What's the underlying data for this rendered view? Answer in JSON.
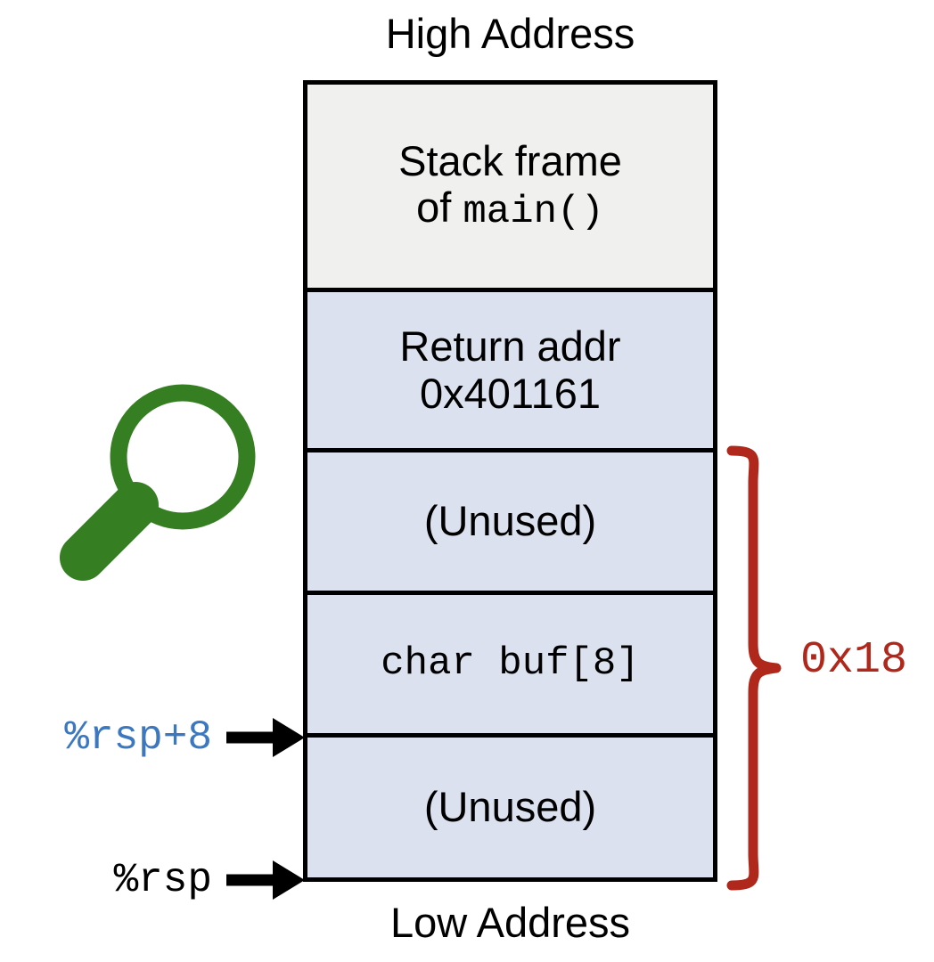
{
  "diagram": {
    "title_top": "High Address",
    "title_bottom": "Low Address",
    "colors": {
      "frame_fill": "#F0F0EE",
      "cell_fill": "#DCE1EF",
      "border": "#000000",
      "brace_red": "#B0281C",
      "pointer_blue": "#3C78C0",
      "magnifier_green": "#357F22"
    },
    "cells": [
      {
        "id": "stack-frame-main",
        "line1": "Stack frame",
        "line2_prefix": "of ",
        "line2_mono": "main()",
        "fill": "#F0F0EE"
      },
      {
        "id": "return-address",
        "line1": "Return addr",
        "line2": "0x401161",
        "fill": "#DCE1EF"
      },
      {
        "id": "unused-upper",
        "line1": "(Unused)",
        "fill": "#DCE1EF"
      },
      {
        "id": "char-buf",
        "line1": "char buf[8]",
        "fill": "#DCE1EF"
      },
      {
        "id": "unused-lower",
        "line1": "(Unused)",
        "fill": "#DCE1EF"
      }
    ],
    "pointers": [
      {
        "id": "rsp-plus-8",
        "label": "%rsp+8",
        "color": "#3C78C0",
        "points_to": "unused-lower top boundary"
      },
      {
        "id": "rsp",
        "label": "%rsp",
        "color": "#000000",
        "points_to": "bottom of stack box"
      }
    ],
    "brace": {
      "label": "0x18",
      "color": "#B0281C",
      "spans_cells": [
        "unused-upper",
        "char-buf",
        "unused-lower"
      ]
    },
    "icons": [
      {
        "name": "magnifying-glass-icon",
        "color": "#357F22"
      }
    ]
  }
}
